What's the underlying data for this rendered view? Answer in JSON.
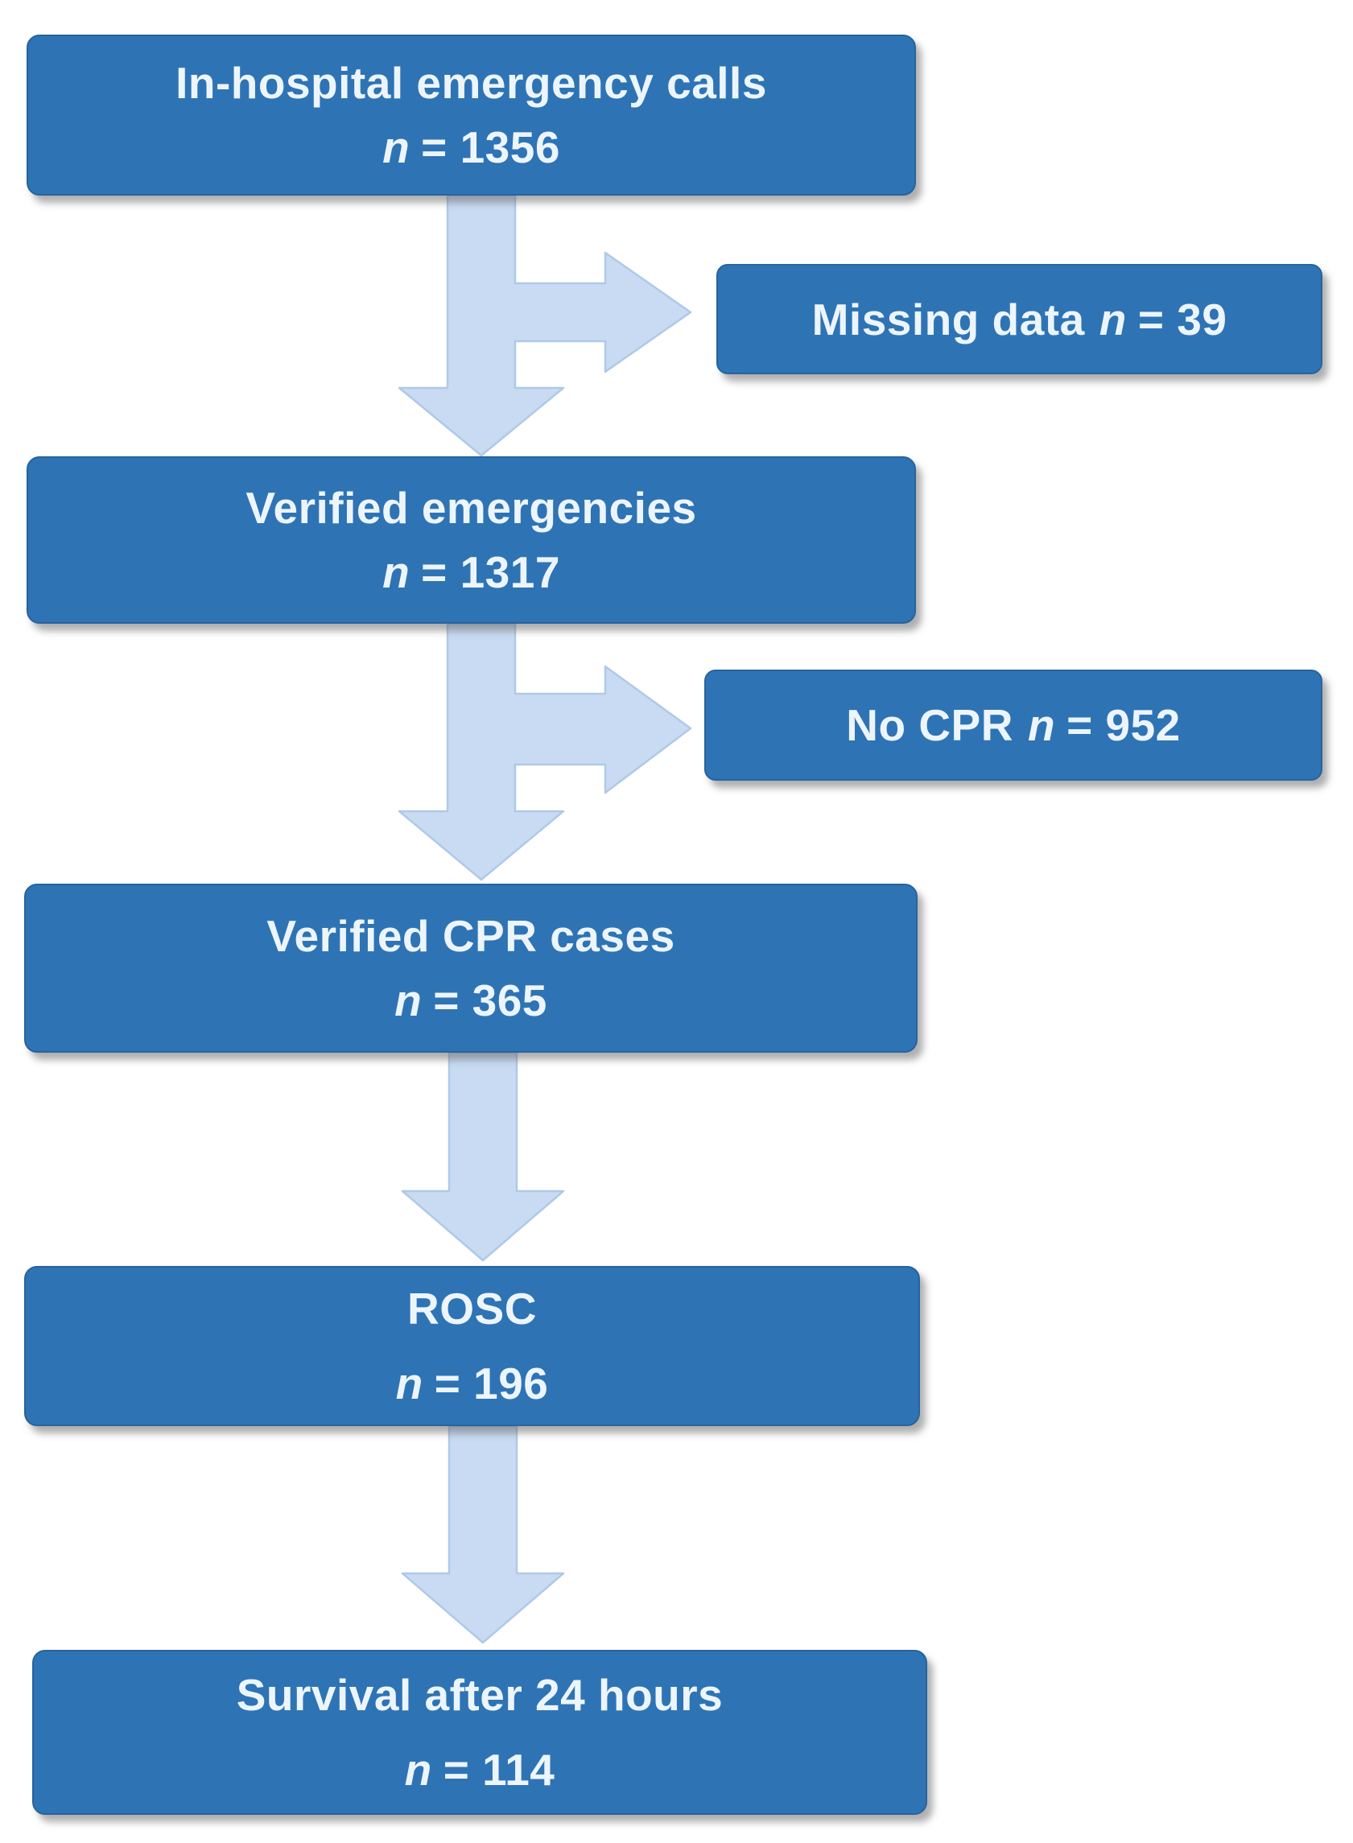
{
  "colors": {
    "background": "#FFFFFF",
    "box_fill": "#2E74B5",
    "box_edge": "#27639E",
    "arrow_fill": "#C8DBF2",
    "arrow_edge": "#AFC9E7",
    "text": "#EDF5FC",
    "shadow": "rgba(95,95,95,0.5)"
  },
  "main_boxes": [
    {
      "label": "In-hospital emergency calls",
      "n_label": "n",
      "n_value": "= 1356"
    },
    {
      "label": "Verified emergencies",
      "n_label": "n",
      "n_value": "= 1317"
    },
    {
      "label": "Verified CPR cases",
      "n_label": "n",
      "n_value": "= 365"
    },
    {
      "label": "ROSC",
      "n_label": "n",
      "n_value": "= 196"
    },
    {
      "label": "Survival after 24 hours",
      "n_label": "n",
      "n_value": "= 114"
    }
  ],
  "side_boxes": [
    {
      "label": "Missing data",
      "n_label": "n",
      "n_value": "= 39"
    },
    {
      "label": "No CPR",
      "n_label": "n",
      "n_value": "= 952"
    }
  ]
}
